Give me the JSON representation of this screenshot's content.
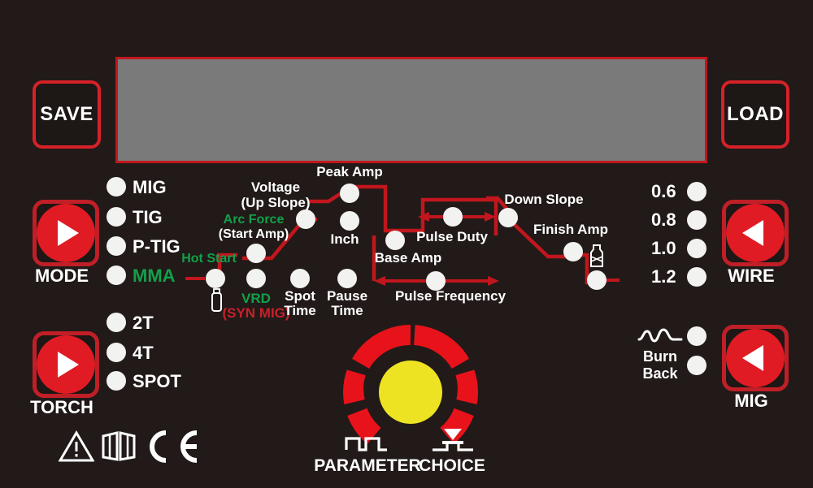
{
  "device": {
    "panel_title": "Welding Machine Control Panel",
    "background_color": "#211a18",
    "accent_red": "#c1161d",
    "led_color": "#f2f2f0",
    "green_text": "#12a04a",
    "knob_center_color": "#eee323"
  },
  "memory": {
    "save_label": "SAVE",
    "load_label": "LOAD"
  },
  "display": {
    "screen_name": "lcd-display",
    "screen_value": ""
  },
  "mode": {
    "button_label": "MODE",
    "button_icon": "play-triangle-icon",
    "items": [
      {
        "label": "MIG",
        "color": "white"
      },
      {
        "label": "TIG",
        "color": "white"
      },
      {
        "label": "P-TIG",
        "color": "white"
      },
      {
        "label": "MMA",
        "color": "green"
      }
    ]
  },
  "torch": {
    "button_label": "TORCH",
    "button_icon": "play-triangle-icon",
    "items": [
      {
        "label": "2T",
        "color": "white"
      },
      {
        "label": "4T",
        "color": "white"
      },
      {
        "label": "SPOT",
        "color": "white"
      }
    ]
  },
  "wire": {
    "button_label": "WIRE",
    "button_icon": "left-triangle-icon",
    "items": [
      {
        "label": "0.6"
      },
      {
        "label": "0.8"
      },
      {
        "label": "1.0"
      },
      {
        "label": "1.2"
      }
    ]
  },
  "mig": {
    "button_label": "MIG",
    "button_icon": "left-triangle-icon",
    "burn_back_line1": "Burn",
    "burn_back_line2": "Back",
    "inductance_icon": "squiggle-waveform-icon"
  },
  "parameters": {
    "hot_start": {
      "label": "Hot Start",
      "color": "green"
    },
    "arc_force_line1": {
      "label": "Arc Force",
      "color": "green"
    },
    "arc_force_line2": {
      "label": "(Start Amp)",
      "color": "white"
    },
    "voltage_line1": {
      "label": "Voltage",
      "color": "white"
    },
    "voltage_line2": {
      "label": "(Up Slope)",
      "color": "white"
    },
    "peak_amp": {
      "label": "Peak Amp",
      "color": "white"
    },
    "inch": {
      "label": "Inch",
      "color": "white"
    },
    "base_amp": {
      "label": "Base Amp",
      "color": "white"
    },
    "pulse_duty": {
      "label": "Pulse Duty",
      "color": "white"
    },
    "pulse_frequency": {
      "label": "Pulse Frequency",
      "color": "white"
    },
    "down_slope": {
      "label": "Down Slope",
      "color": "white"
    },
    "finish_amp": {
      "label": "Finish Amp",
      "color": "white"
    },
    "vrd_line1": {
      "label": "VRD",
      "color": "green"
    },
    "vrd_line2": {
      "label": "(SYN MIG)",
      "color": "red"
    },
    "spot_time_line1": {
      "label": "Spot",
      "color": "white"
    },
    "spot_time_line2": {
      "label": "Time",
      "color": "white"
    },
    "pause_time_line1": {
      "label": "Pause",
      "color": "white"
    },
    "pause_time_line2": {
      "label": "Time",
      "color": "white"
    },
    "pre_gas_icon": "gas-cylinder-icon",
    "post_gas_icon": "gas-cylinder-icon"
  },
  "knob": {
    "parameter_label": "PARAMETER",
    "parameter_icon": "square-pulse-icon",
    "choice_label": "CHOICE",
    "choice_icon": "down-arrow-to-bar-icon"
  },
  "certifications": [
    {
      "name": "warning-triangle-icon",
      "label": ""
    },
    {
      "name": "read-manual-book-icon",
      "label": ""
    },
    {
      "name": "ce-mark-icon",
      "label": "CE"
    }
  ]
}
